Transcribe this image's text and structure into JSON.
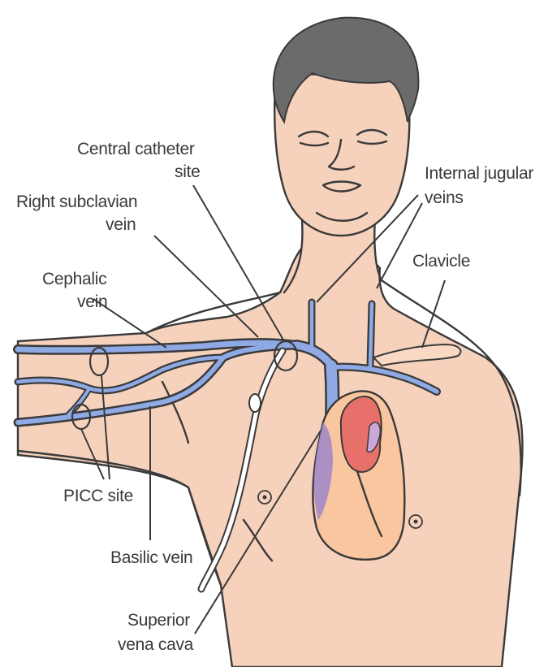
{
  "colors": {
    "skin": "#f6d2bd",
    "hair": "#6b6b6b",
    "vein": "#8ea9e4",
    "heart_red": "#e8706a",
    "heart_purple": "#a38ac8",
    "heart_peach": "#f9c6a0",
    "line": "#3a3a3a"
  },
  "labels": {
    "central_catheter_1": "Central catheter",
    "central_catheter_2": "site",
    "right_subclavian_1": "Right subclavian",
    "right_subclavian_2": "vein",
    "cephalic_1": "Cephalic",
    "cephalic_2": "vein",
    "internal_jugular_1": "Internal jugular",
    "internal_jugular_2": "veins",
    "clavicle": "Clavicle",
    "picc_site": "PICC site",
    "basilic_vein": "Basilic vein",
    "svc_1": "Superior",
    "svc_2": "vena cava"
  }
}
